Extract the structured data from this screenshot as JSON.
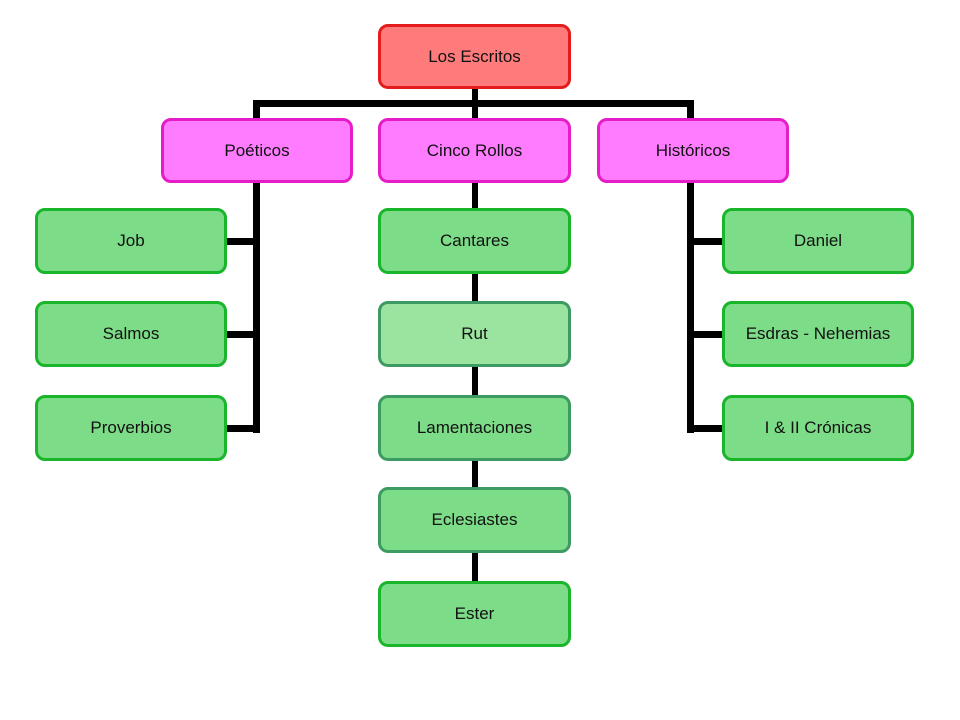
{
  "colors": {
    "root_fill": "#ff7b7b",
    "root_border": "#e51c1c",
    "category_fill": "#ff7bff",
    "category_border": "#e51cc8",
    "leaf_fill": "#7ddc87",
    "leaf_border": "#19b52a",
    "leaf_highlight_fill": "#9be49f",
    "leaf_alt_border": "#3d9a62",
    "connector": "#000000"
  },
  "root": {
    "label": "Los Escritos"
  },
  "categories": [
    {
      "label": "Poéticos",
      "children": [
        "Job",
        "Salmos",
        "Proverbios"
      ]
    },
    {
      "label": "Cinco Rollos",
      "children": [
        "Cantares",
        "Rut",
        "Lamentaciones",
        "Eclesiastes",
        "Ester"
      ]
    },
    {
      "label": "Históricos",
      "children": [
        "Daniel",
        "Esdras - Nehemias",
        "I & II Crónicas"
      ]
    }
  ]
}
